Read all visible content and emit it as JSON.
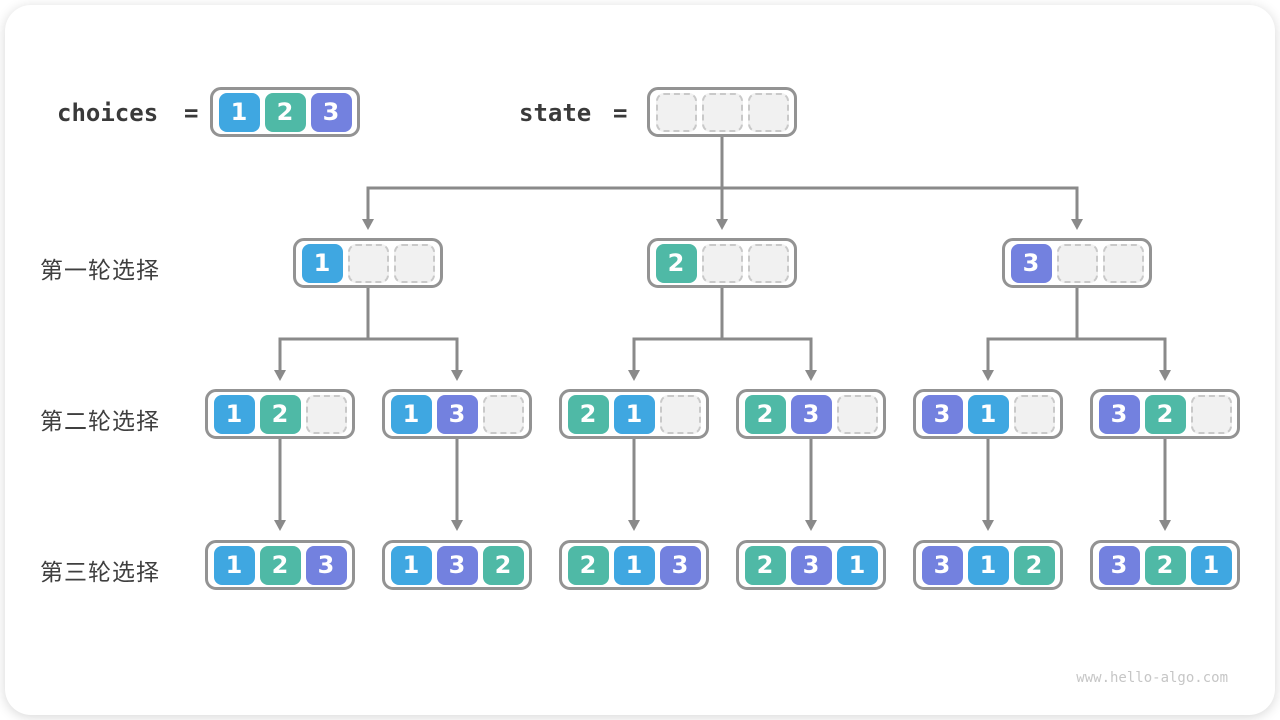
{
  "labels": {
    "choices": "choices",
    "state": "state",
    "equals": "="
  },
  "choices_values": [
    "1",
    "2",
    "3"
  ],
  "state_values": [
    "",
    "",
    ""
  ],
  "rows": [
    {
      "label": "第一轮选择",
      "nodes": [
        [
          "1",
          "",
          ""
        ],
        [
          "2",
          "",
          ""
        ],
        [
          "3",
          "",
          ""
        ]
      ]
    },
    {
      "label": "第二轮选择",
      "nodes": [
        [
          "1",
          "2",
          ""
        ],
        [
          "1",
          "3",
          ""
        ],
        [
          "2",
          "1",
          ""
        ],
        [
          "2",
          "3",
          ""
        ],
        [
          "3",
          "1",
          ""
        ],
        [
          "3",
          "2",
          ""
        ]
      ]
    },
    {
      "label": "第三轮选择",
      "nodes": [
        [
          "1",
          "2",
          "3"
        ],
        [
          "1",
          "3",
          "2"
        ],
        [
          "2",
          "1",
          "3"
        ],
        [
          "2",
          "3",
          "1"
        ],
        [
          "3",
          "1",
          "2"
        ],
        [
          "3",
          "2",
          "1"
        ]
      ]
    }
  ],
  "colors": {
    "value1": "#3FA7E1",
    "value2": "#4FB9A6",
    "value3": "#7381DF",
    "empty_fill": "#F1F1F1",
    "empty_border": "#C9C9C9",
    "node_border": "#939393",
    "connector": "#8A8A8A"
  },
  "watermark": "www.hello-algo.com"
}
